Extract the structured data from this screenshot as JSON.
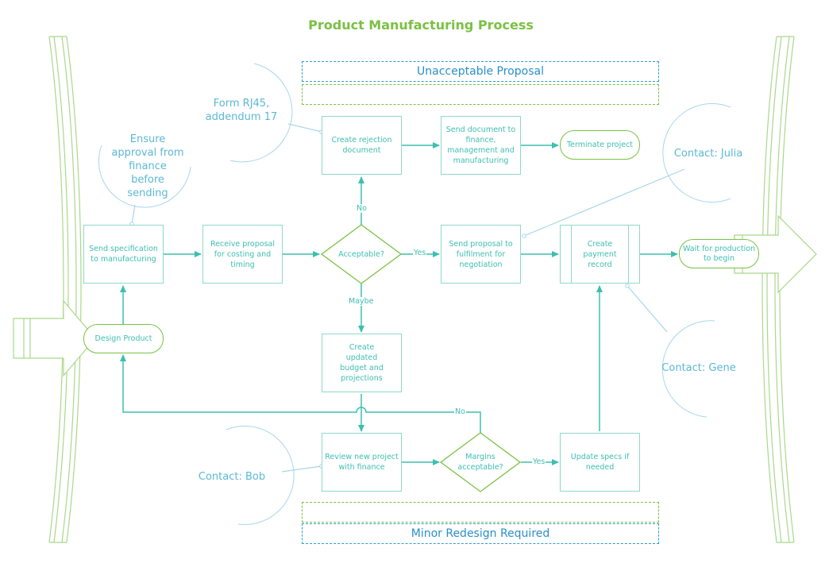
{
  "title": "Product Manufacturing Process",
  "bands": {
    "top": "Unacceptable Proposal",
    "bottom": "Minor Redesign Required"
  },
  "nodes": {
    "design_product": "Design Product",
    "send_spec": "Send specification to manufacturing",
    "receive_proposal": "Receive proposal for costing and timing",
    "acceptable": "Acceptable?",
    "create_rejection": "Create rejection document",
    "send_document": "Send document to finance, management and manufacturing",
    "terminate": "Terminate project",
    "send_proposal": "Send proposal to fulfilment for negotiation",
    "create_payment": "Create payment record",
    "wait_production": "Wait for production to begin",
    "create_updated": "Create updated budget and projections",
    "review_project": "Review new project with finance",
    "margins": "Margins acceptable?",
    "update_specs": "Update specs if needed"
  },
  "edge_labels": {
    "no_top": "No",
    "yes_mid": "Yes",
    "maybe": "Maybe",
    "no_bottom": "No",
    "yes_bottom": "Yes"
  },
  "notes": {
    "ensure": "Ensure approval from finance before sending",
    "form": "Form RJ45, addendum 17",
    "julia": "Contact: Julia",
    "gene": "Contact: Gene",
    "bob": "Contact: Bob"
  },
  "colors": {
    "title": "#7ac143",
    "shape_teal": "#8fd9c8",
    "text_teal": "#3dbfb0",
    "terminator_green": "#7ac143",
    "note_blue": "#5bb8d6",
    "band_blue": "#2a9dd4",
    "band_green": "#7ac143",
    "lane_green": "#a9d88a"
  }
}
